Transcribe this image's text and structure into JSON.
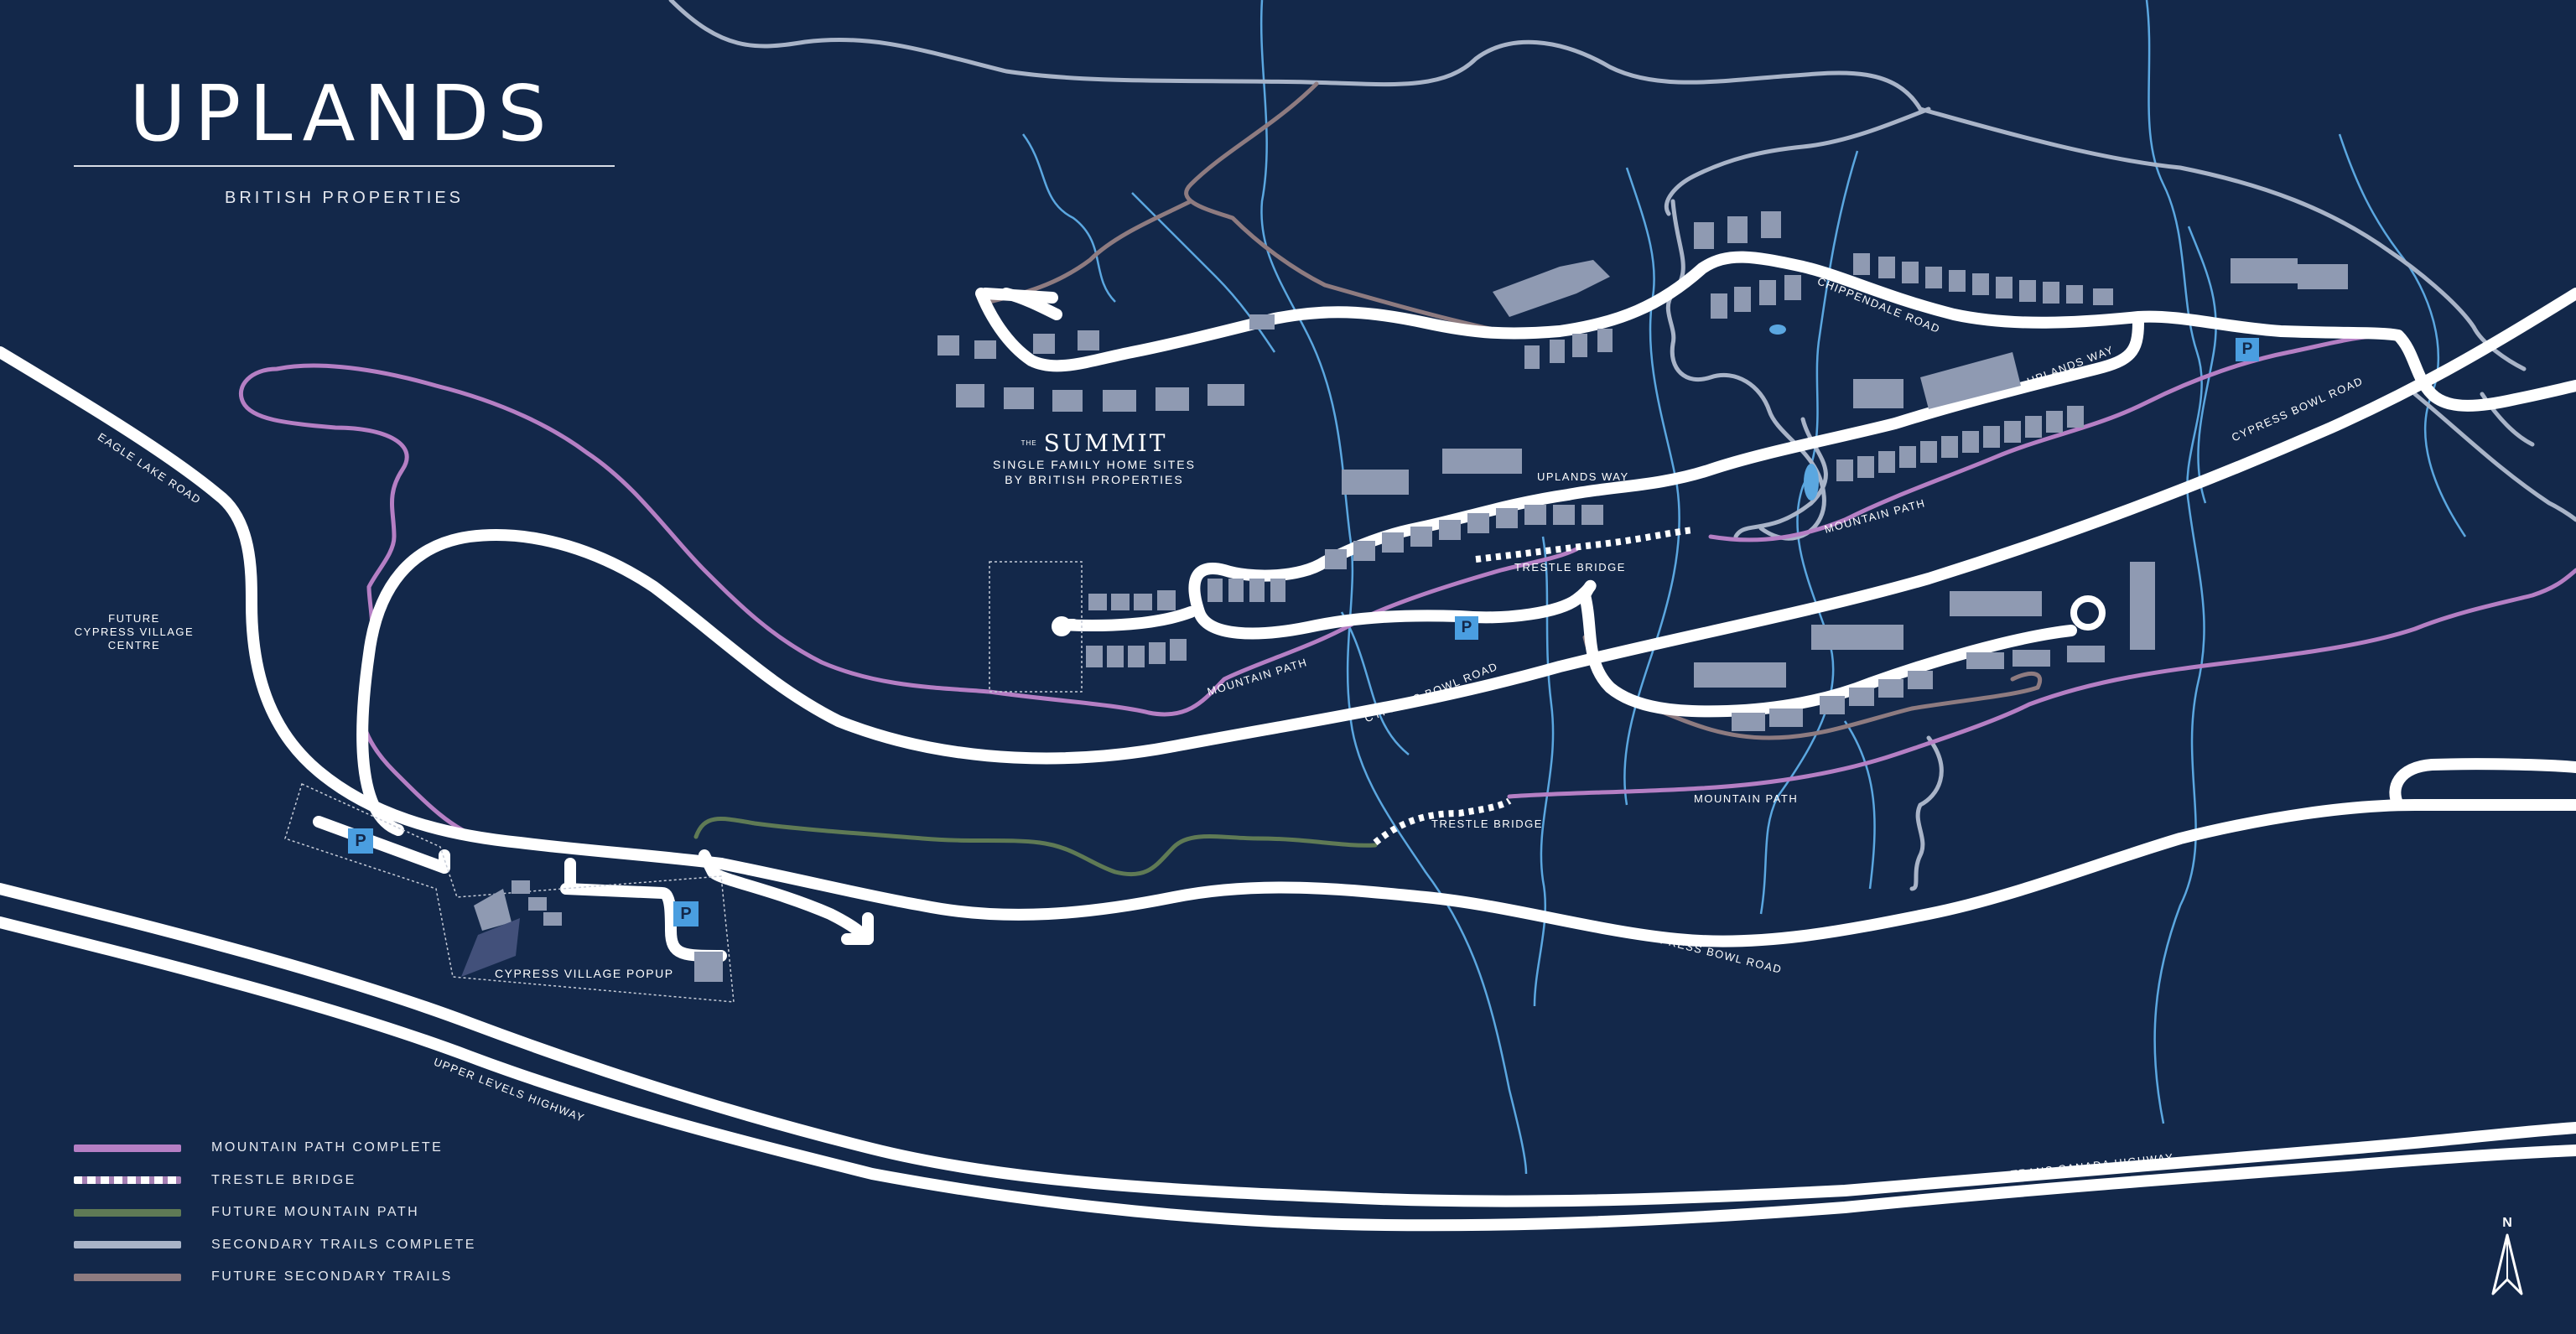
{
  "header": {
    "title": "UPLANDS",
    "subtitle": "BRITISH PROPERTIES"
  },
  "summit": {
    "prefix": "THE",
    "name": "SUMMIT",
    "line1": "SINGLE FAMILY HOME SITES",
    "line2": "BY BRITISH PROPERTIES"
  },
  "future_village": {
    "line1": "FUTURE",
    "line2": "CYPRESS VILLAGE",
    "line3": "CENTRE"
  },
  "labels": {
    "eagle_lake_road": "EAGLE LAKE ROAD",
    "chippendale_road": "CHIPPENDALE ROAD",
    "uplands_way_1": "UPLANDS WAY",
    "uplands_way_2": "UPLANDS WAY",
    "cypress_bowl_road_1": "CYPRESS BOWL ROAD",
    "cypress_bowl_road_2": "CYPRESS BOWL ROAD",
    "cypress_bowl_road_3": "CYPRESS BOWL ROAD",
    "mountain_path_1": "MOUNTAIN PATH",
    "mountain_path_2": "MOUNTAIN PATH",
    "mountain_path_3": "MOUNTAIN PATH",
    "trestle_bridge_1": "TRESTLE BRIDGE",
    "trestle_bridge_2": "TRESTLE BRIDGE",
    "cypress_village_popup": "CYPRESS VILLAGE POPUP",
    "upper_levels_highway": "UPPER LEVELS HIGHWAY",
    "trans_canada_highway": "TRANS CANADA HIGHWAY",
    "parking": "P",
    "north": "N"
  },
  "legend": [
    {
      "label": "MOUNTAIN PATH COMPLETE",
      "color": "#b57fc4",
      "style": "solid"
    },
    {
      "label": "TRESTLE BRIDGE",
      "color": "#ffffff",
      "style": "dashed"
    },
    {
      "label": "FUTURE MOUNTAIN PATH",
      "color": "#5f7a55",
      "style": "solid"
    },
    {
      "label": "SECONDARY TRAILS COMPLETE",
      "color": "#a9b4c8",
      "style": "solid"
    },
    {
      "label": "FUTURE SECONDARY TRAILS",
      "color": "#8e7b80",
      "style": "solid"
    }
  ],
  "colors": {
    "background": "#13284a",
    "road": "#ffffff",
    "creek": "#5ba7e0",
    "building": "#8f9ab2",
    "parking": "#4a9ee0"
  }
}
